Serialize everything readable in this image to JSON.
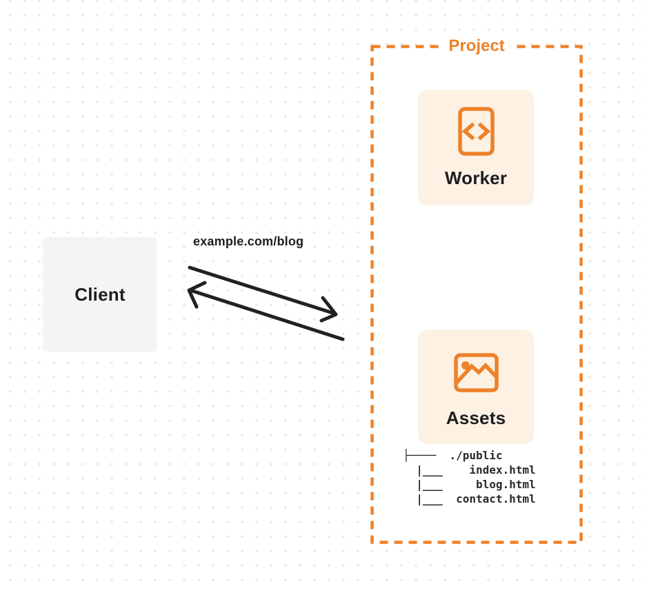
{
  "colors": {
    "orange": "#EE8129",
    "card-bg": "#FCF1E3",
    "client-bg": "#F4F4F5",
    "ink": "#1E1E21",
    "arrow": "#212121",
    "tree-ink": "#2A2A2E",
    "dot": "#E5E5E8",
    "canvas-bg": "#FFFFFF"
  },
  "client": {
    "label": "Client"
  },
  "request": {
    "url_label": "example.com/blog"
  },
  "project": {
    "label": "Project",
    "worker": {
      "label": "Worker",
      "icon": "code-file-icon"
    },
    "assets": {
      "label": "Assets",
      "icon": "image-icon"
    },
    "file_tree": {
      "lines": [
        "├────  ./public",
        "  |___    index.html",
        "  |___     blog.html",
        "  |___  contact.html"
      ]
    }
  }
}
